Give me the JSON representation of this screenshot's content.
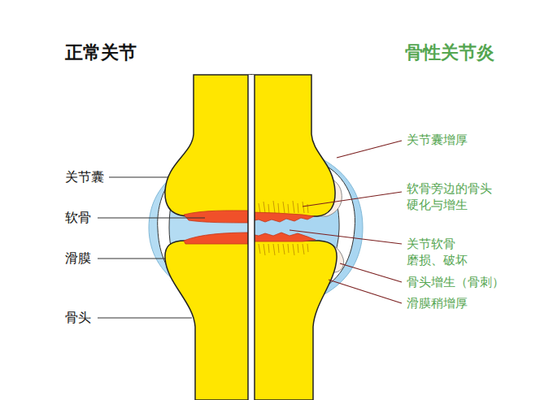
{
  "diagram": {
    "labels": [
      "正常关节",
      "骨性关节炎",
      "关节囊",
      "软骨",
      "滑膜",
      "骨头",
      "关节囊增厚",
      "软骨旁边的骨头 硬化与增生",
      "关节软骨 磨损、破坏",
      "骨头增生（骨刺）",
      "滑膜稍增厚"
    ]
  }
}
